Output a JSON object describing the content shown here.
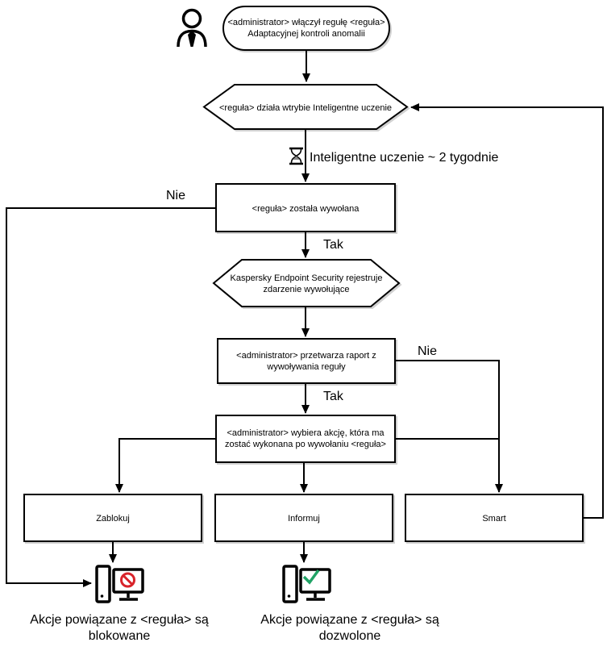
{
  "diagram": {
    "icons": {
      "actor": "person-icon",
      "wait": "hourglass-icon",
      "blocked": "computer-blocked-icon",
      "allowed": "computer-allowed-icon"
    },
    "start": {
      "line1": "<administrator> włączył regułę <reguła>",
      "line2": "Adaptacyjnej kontroli anomalii"
    },
    "learning_mode": {
      "label": "<reguła> działa wtrybie Inteligentne uczenie"
    },
    "learning_duration": {
      "label": "Inteligentne uczenie ~ 2 tygodnie"
    },
    "rule_triggered": {
      "label": "<reguła> została wywołana"
    },
    "event_logged": {
      "line1": "Kaspersky Endpoint Security rejestruje",
      "line2": "zdarzenie wywołujące"
    },
    "report_processing": {
      "line1": "<administrator> przetwarza raport z",
      "line2": "wywoływania reguły"
    },
    "action_selection": {
      "line1": "<administrator> wybiera akcję, która ma",
      "line2": "zostać wykonana po wywołaniu <reguła>"
    },
    "actions": {
      "block": "Zablokuj",
      "inform": "Informuj",
      "smart": "Smart"
    },
    "edge_labels": {
      "no_left": "Nie",
      "yes_top": "Tak",
      "no_right": "Nie",
      "yes_bottom": "Tak"
    },
    "outcomes": {
      "blocked": {
        "line1": "Akcje powiązane z <reguła> są",
        "line2": "blokowane",
        "color": "#c4574f"
      },
      "allowed": {
        "line1": "Akcje powiązane z <reguła> są",
        "line2": "dozwolone",
        "color": "#27898c"
      }
    },
    "colors": {
      "line": "#000000",
      "prohibition": "#d8232a",
      "check": "#21a366"
    }
  }
}
